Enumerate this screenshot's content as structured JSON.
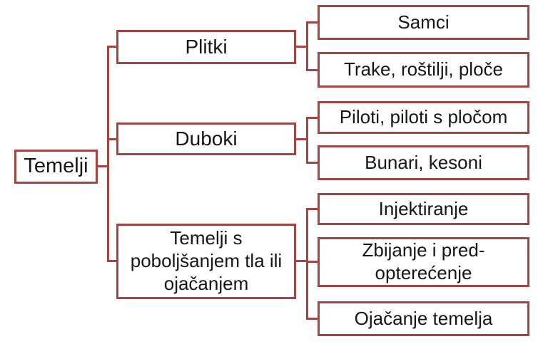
{
  "diagram": {
    "title": "Temelji classification diagram",
    "root": {
      "label": "Temelji"
    },
    "branches": [
      {
        "label": "Plitki",
        "children": [
          "Samci",
          "Trake, roštilji, ploče"
        ]
      },
      {
        "label": "Duboki",
        "children": [
          "Piloti, piloti s pločom",
          "Bunari, kesoni"
        ]
      },
      {
        "label": "Temelji s poboljšanjem tla ili ojačanjem",
        "children": [
          "Injektiranje",
          "Zbijanje i pred-opterećenje",
          "Ojačanje temelja"
        ]
      }
    ],
    "colors": {
      "accent": "#A94341",
      "text": "#161616",
      "background": "#FFFFFF"
    }
  }
}
